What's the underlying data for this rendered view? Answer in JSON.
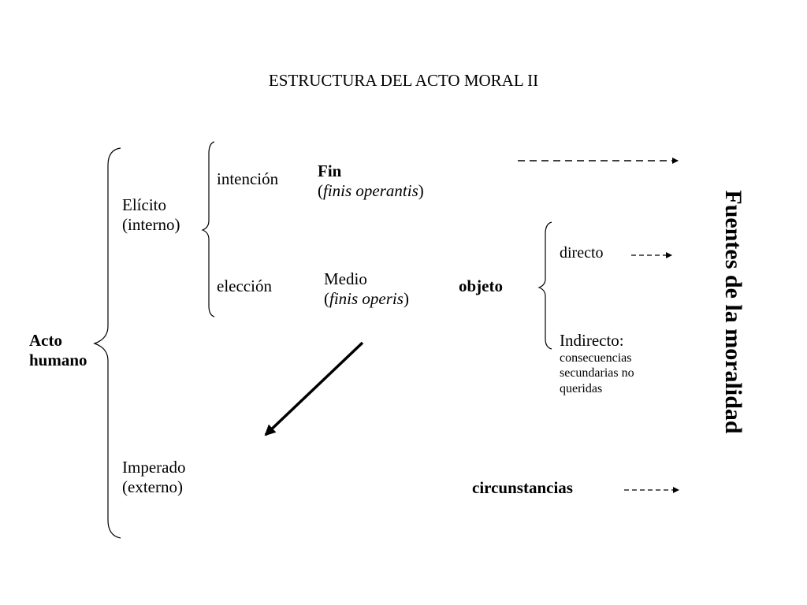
{
  "title": "ESTRUCTURA DEL ACTO MORAL II",
  "acto": {
    "line1": "Acto",
    "line2": "humano"
  },
  "elicito": {
    "line1": "Elícito",
    "line2": "(interno)"
  },
  "imperado": {
    "line1": "Imperado",
    "line2": "(externo)"
  },
  "intencion": "intención",
  "eleccion": "elección",
  "fin": {
    "label": "Fin",
    "open": "(",
    "latin": "finis operantis",
    "close": ")"
  },
  "medio": {
    "label": "Medio",
    "open": "(",
    "latin": "finis operis",
    "close": ")"
  },
  "objeto": "objeto",
  "directo": "directo",
  "indirecto": {
    "label": "Indirecto:",
    "desc1": "consecuencias",
    "desc2": "secundarias no",
    "desc3": "queridas"
  },
  "circunstancias": "circunstancias",
  "fuentes": "Fuentes de la moralidad"
}
